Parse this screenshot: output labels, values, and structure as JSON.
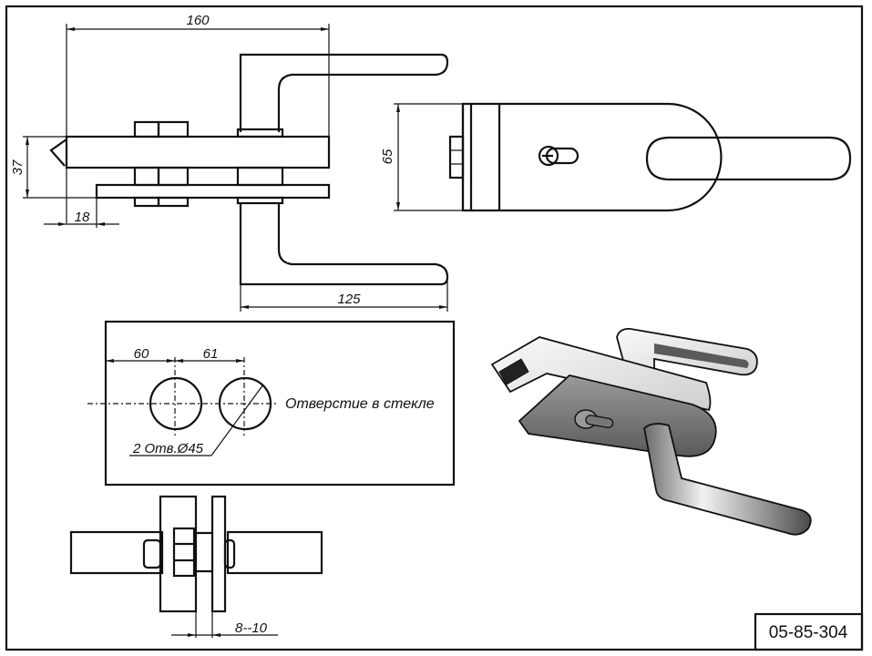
{
  "drawing": {
    "code": "05-85-304",
    "top_view": {
      "dim_total_length": "160",
      "dim_handle_length": "125",
      "dim_thickness": "37",
      "dim_offset": "18"
    },
    "side_view": {
      "dim_height": "65"
    },
    "glass_template": {
      "dim_edge_to_hole": "60",
      "dim_hole_spacing": "61",
      "hole_label": "2 Отв.Ø45",
      "note": "Отверстие в стекле"
    },
    "section_view": {
      "dim_glass_thickness": "8--10"
    }
  },
  "colors": {
    "line": "#111111",
    "background": "#ffffff",
    "shade_dark": "#555555",
    "shade_mid": "#8a8a8a",
    "shade_light": "#d6d6d6"
  }
}
